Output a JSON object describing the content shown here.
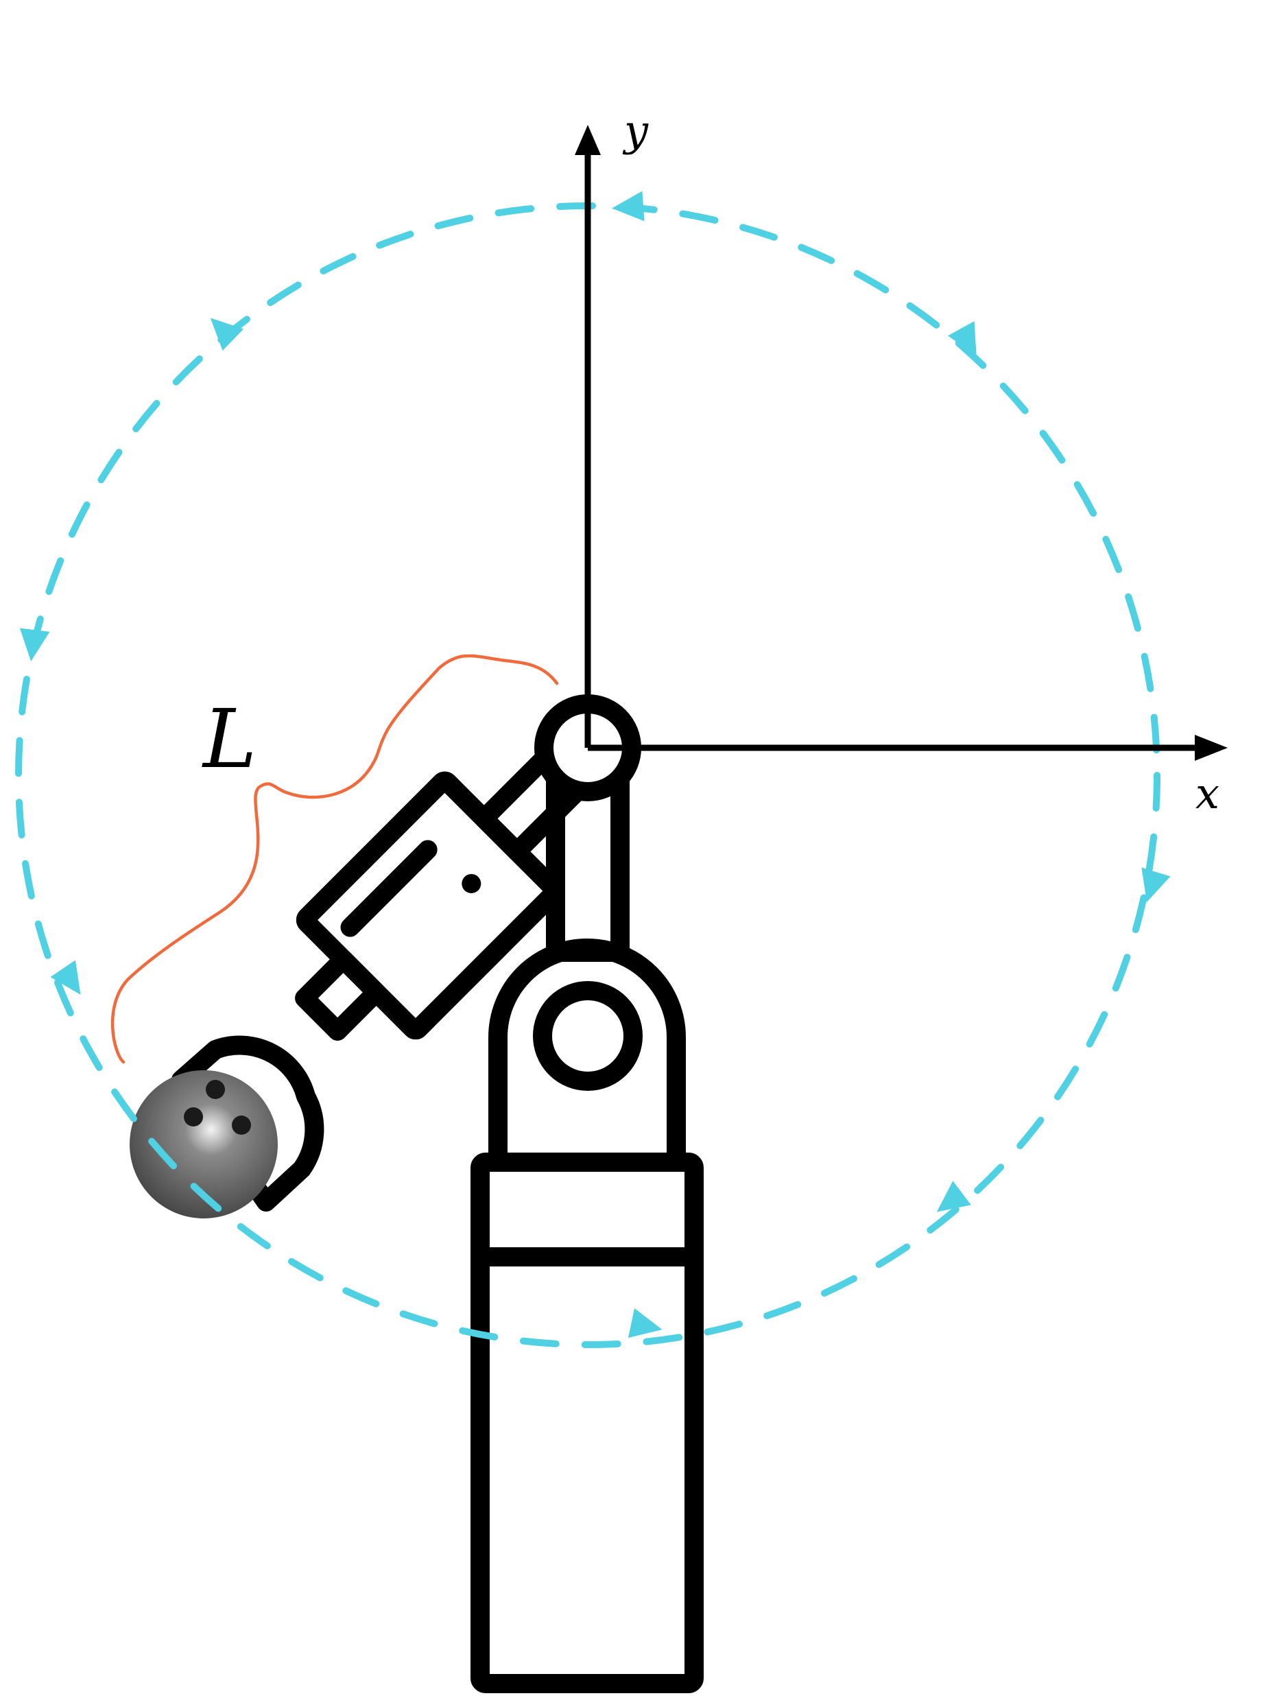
{
  "labels": {
    "x_axis": "x",
    "y_axis": "y",
    "length": "L"
  },
  "colors": {
    "line": "#000000",
    "orbit": "#4fd0e3",
    "brace": "#f06a3c",
    "ball_light": "#eeeeee",
    "ball_dark": "#3a3a3a"
  },
  "icons": {
    "arm": "robot-arm-icon",
    "ball": "bowling-ball-icon"
  }
}
